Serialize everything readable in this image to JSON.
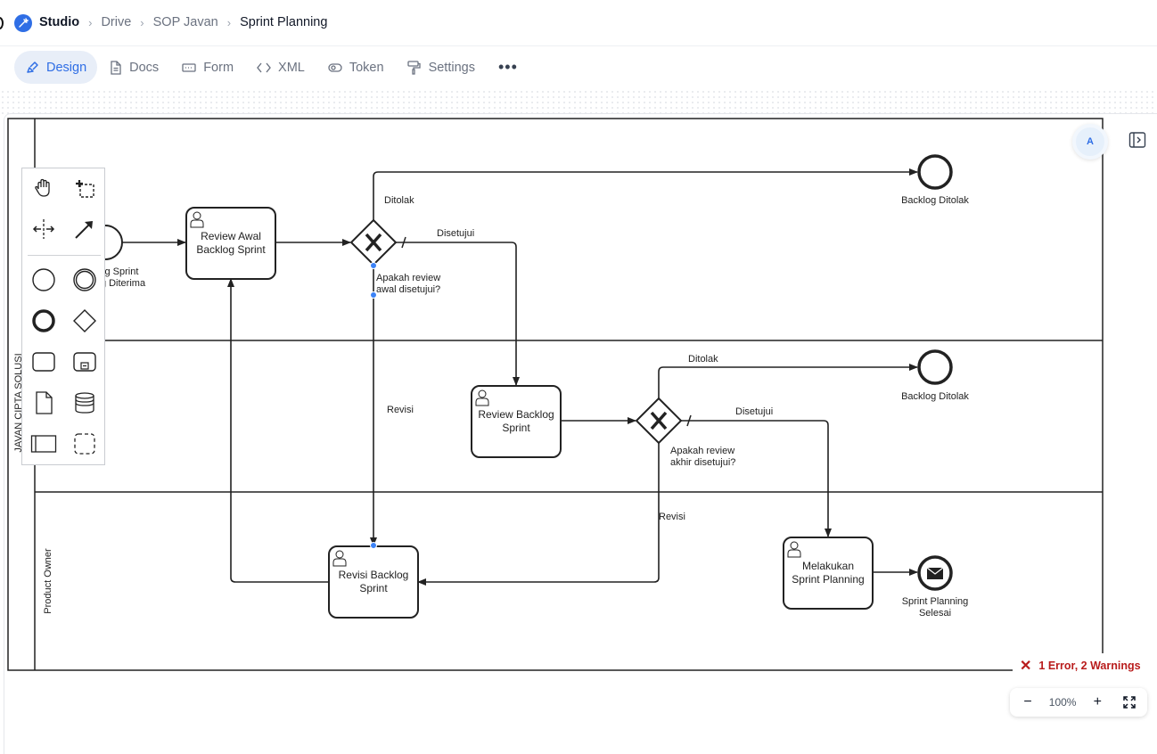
{
  "breadcrumb": {
    "items": [
      "Studio",
      "Drive",
      "SOP Javan",
      "Sprint Planning"
    ]
  },
  "tabs": [
    {
      "label": "Design",
      "icon": "brush-icon",
      "active": true
    },
    {
      "label": "Docs",
      "icon": "document-icon",
      "active": false
    },
    {
      "label": "Form",
      "icon": "form-icon",
      "active": false
    },
    {
      "label": "XML",
      "icon": "code-icon",
      "active": false
    },
    {
      "label": "Token",
      "icon": "token-icon",
      "active": false
    },
    {
      "label": "Settings",
      "icon": "paint-roller-icon",
      "active": false
    }
  ],
  "more_label": "•••",
  "diagram": {
    "pool_label": "JAVAN CIPTA SOLUSI",
    "lane_label": "Product Owner",
    "start_event_label": [
      "g Sprint",
      "g Diterima"
    ],
    "tasks": {
      "review_awal": [
        "Review Awal",
        "Backlog Sprint"
      ],
      "review_backlog": [
        "Review Backlog",
        "Sprint"
      ],
      "revisi_backlog": [
        "Revisi Backlog",
        "Sprint"
      ],
      "melakukan_planning": [
        "Melakukan",
        "Sprint Planning"
      ]
    },
    "gateways": {
      "gateway_1": [
        "Apakah review",
        "awal disetujui?"
      ],
      "gateway_2": [
        "Apakah review",
        "akhir disetujui?"
      ]
    },
    "end_events": {
      "end_1": "Backlog Ditolak",
      "end_2": "Backlog Ditolak",
      "end_3": [
        "Sprint Planning",
        "Selesai"
      ]
    },
    "flow_labels": {
      "ditolak_1": "Ditolak",
      "disetujui_1": "Disetujui",
      "revisi_1": "Revisi",
      "ditolak_2": "Ditolak",
      "disetujui_2": "Disetujui",
      "revisi_2": "Revisi"
    }
  },
  "palette_tools": [
    "hand-tool-icon",
    "lasso-tool-icon",
    "space-tool-icon",
    "connect-tool-icon",
    "start-event-icon",
    "intermediate-event-icon",
    "end-event-icon",
    "gateway-icon",
    "task-icon",
    "subprocess-icon",
    "data-object-icon",
    "data-store-icon",
    "pool-icon",
    "group-icon"
  ],
  "avatar_initial": "A",
  "lint": {
    "text": "1 Error, 2 Warnings",
    "color": "#b91c1c"
  },
  "zoom": {
    "minus": "−",
    "level": "100%",
    "plus": "+"
  },
  "colors": {
    "accent": "#2f6ee5",
    "active_tab_bg": "#e8eef8"
  }
}
